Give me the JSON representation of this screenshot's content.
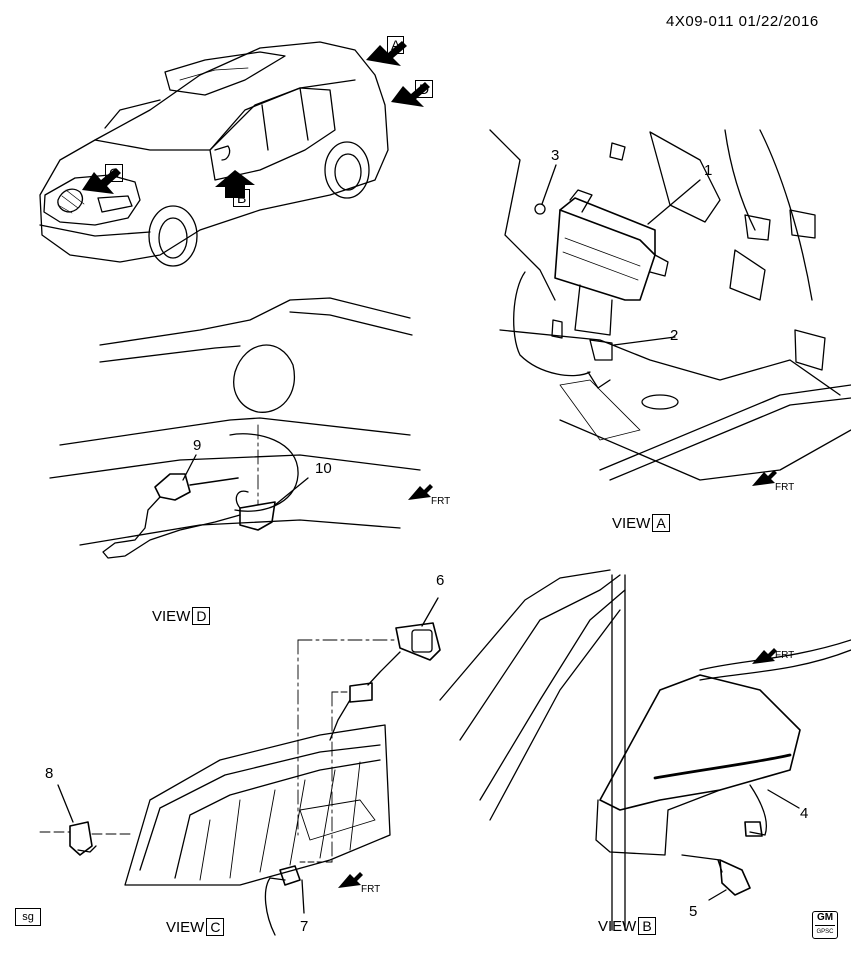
{
  "header": {
    "doc_code": "4X09-011",
    "date": "01/22/2016"
  },
  "views": {
    "A": {
      "word": "VIEW",
      "letter": "A"
    },
    "B": {
      "word": "VIEW",
      "letter": "B"
    },
    "C": {
      "word": "VIEW",
      "letter": "C"
    },
    "D": {
      "word": "VIEW",
      "letter": "D"
    }
  },
  "vehicle_arrows": [
    "A",
    "D",
    "C",
    "B"
  ],
  "callouts": [
    "1",
    "2",
    "3",
    "4",
    "5",
    "6",
    "7",
    "8",
    "9",
    "10"
  ],
  "frt_label": "FRT",
  "footer": {
    "sg": "sg",
    "gm_logo": "GM",
    "gm_sub": "GPSC"
  }
}
